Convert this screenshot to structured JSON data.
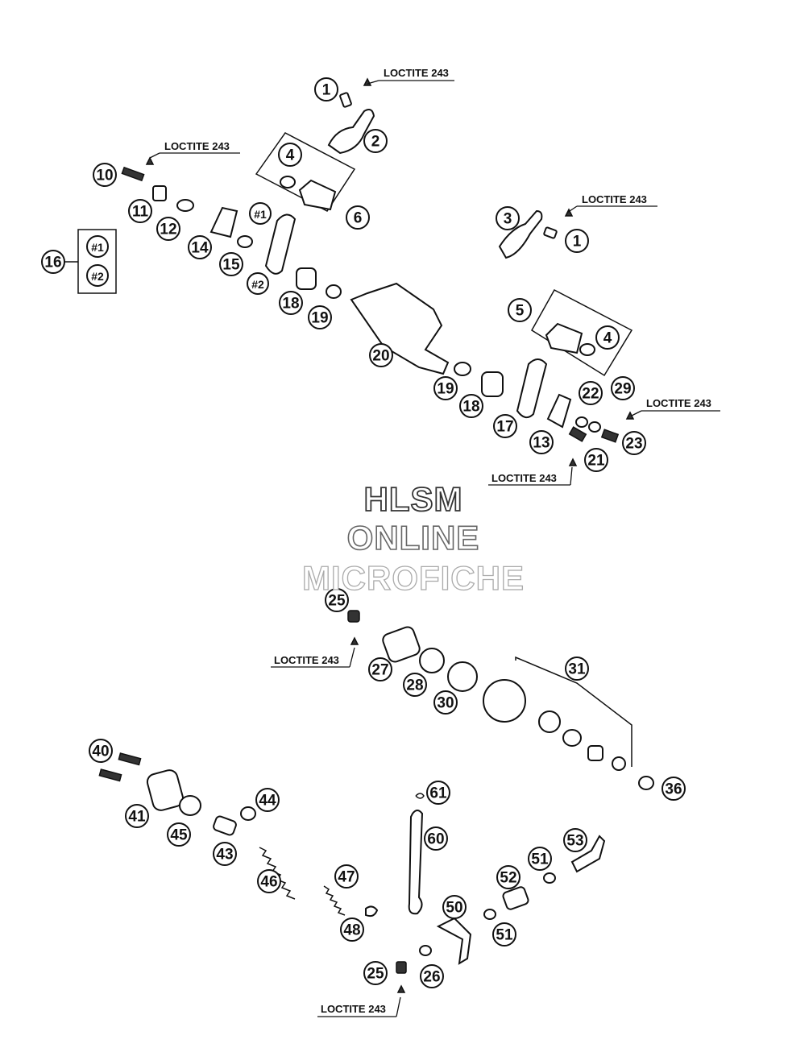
{
  "loctite_label": "LOCTITE 243",
  "subassembly_tags": {
    "first": "#1",
    "second": "#2"
  },
  "watermark": {
    "line1": "HLSM",
    "line2": "ONLINE",
    "line3": "MICROFICHE"
  },
  "part_numbers": [
    "1",
    "2",
    "4",
    "6",
    "10",
    "11",
    "12",
    "14",
    "#1",
    "15",
    "#2",
    "16",
    "18",
    "19",
    "20",
    "3",
    "1",
    "5",
    "4",
    "22",
    "29",
    "19",
    "18",
    "17",
    "13",
    "21",
    "23",
    "25",
    "27",
    "28",
    "30",
    "31",
    "36",
    "40",
    "41",
    "45",
    "44",
    "43",
    "46",
    "47",
    "48",
    "61",
    "60",
    "50",
    "51",
    "52",
    "53",
    "51",
    "25",
    "26"
  ]
}
